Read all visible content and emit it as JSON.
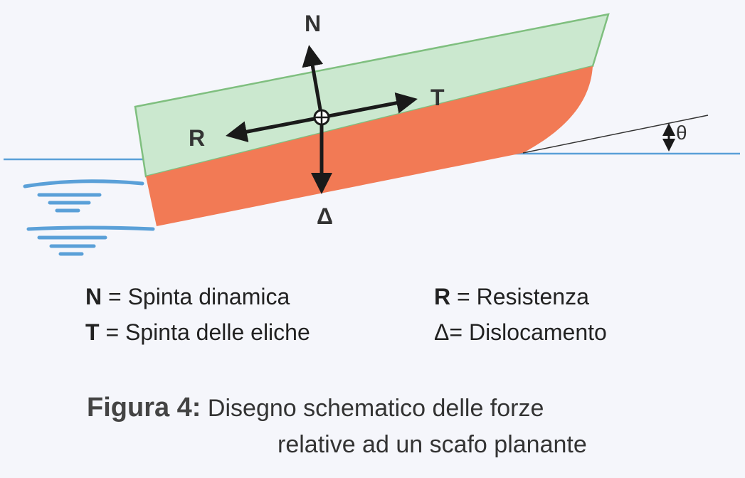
{
  "diagram": {
    "labels": {
      "normal": "N",
      "thrust": "T",
      "resistance": "R",
      "displacement": "Δ",
      "trim_angle": "θ"
    },
    "colors": {
      "hull_top": "#cbe8cf",
      "hull_top_edge": "#7fbf7f",
      "hull_bottom": "#f27a55",
      "water": "#5aa0d8",
      "arrows": "#1a1a1a"
    }
  },
  "legend": {
    "left": [
      {
        "symbol": "N",
        "text": "= Spinta dinamica"
      },
      {
        "symbol": "T",
        "text": "= Spinta delle eliche"
      }
    ],
    "right": [
      {
        "symbol": "R",
        "text": "= Resistenza"
      },
      {
        "symbol": "Δ",
        "text": "=  Dislocamento"
      }
    ]
  },
  "caption": {
    "title": "Figura 4:",
    "line1": "Disegno schematico delle forze",
    "line2": "relative ad un scafo planante"
  }
}
